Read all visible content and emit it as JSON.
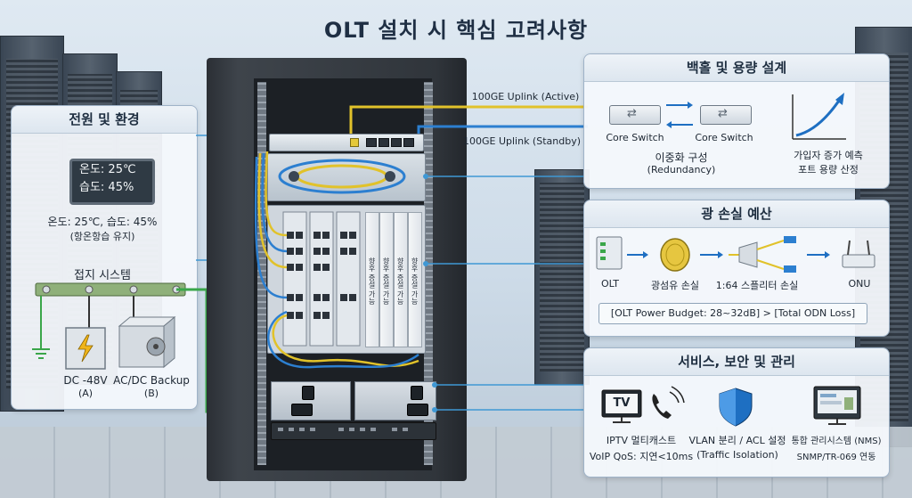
{
  "title": "OLT 설치 시 핵심 고려사항",
  "left_panel": {
    "heading": "전원 및 환경",
    "lcd": {
      "line1": "온도:  25℃",
      "line2": "습도:  45%"
    },
    "env_text": "온도: 25℃, 습도: 45%",
    "env_note": "(항온항습 유지)",
    "grounding": "접지 시스템",
    "dc_label": "DC -48V",
    "dc_sub": "(A)",
    "acdc_label": "AC/DC Backup",
    "acdc_sub": "(B)"
  },
  "uplinks": {
    "active": "100GE Uplink (Active)",
    "standby": "100GE Uplink (Standby)"
  },
  "rack": {
    "card_text": "향후 증설 가능"
  },
  "backhaul": {
    "heading": "백홀 및 용량 설계",
    "switch1": "Core Switch",
    "switch2": "Core Switch",
    "redundancy": "이중화 구성",
    "redundancy_en": "(Redundancy)",
    "growth_line1": "가입자 증가 예측",
    "growth_line2": "포트 용량 산정"
  },
  "optical": {
    "heading": "광 손실 예산",
    "olt": "OLT",
    "fiber": "광섬유 손실",
    "splitter": "1:64 스플리터 손실",
    "onu": "ONU",
    "budget": "[OLT Power Budget: 28~32dB] > [Total ODN Loss]"
  },
  "services": {
    "heading": "서비스, 보안 및 관리",
    "tv_icon_text": "TV",
    "iptv": "IPTV 멀티캐스트",
    "voip": "VoIP QoS: 지연<10ms",
    "vlan": "VLAN 분리 / ACL 설정",
    "vlan_sub": "(Traffic Isolation)",
    "nms": "통합 관리시스템 (NMS)",
    "snmp": "SNMP/TR-069 연동"
  },
  "colors": {
    "accent_blue": "#1e6fc2",
    "fiber_yellow": "#e1c22a",
    "ground_green": "#3aa64a"
  }
}
